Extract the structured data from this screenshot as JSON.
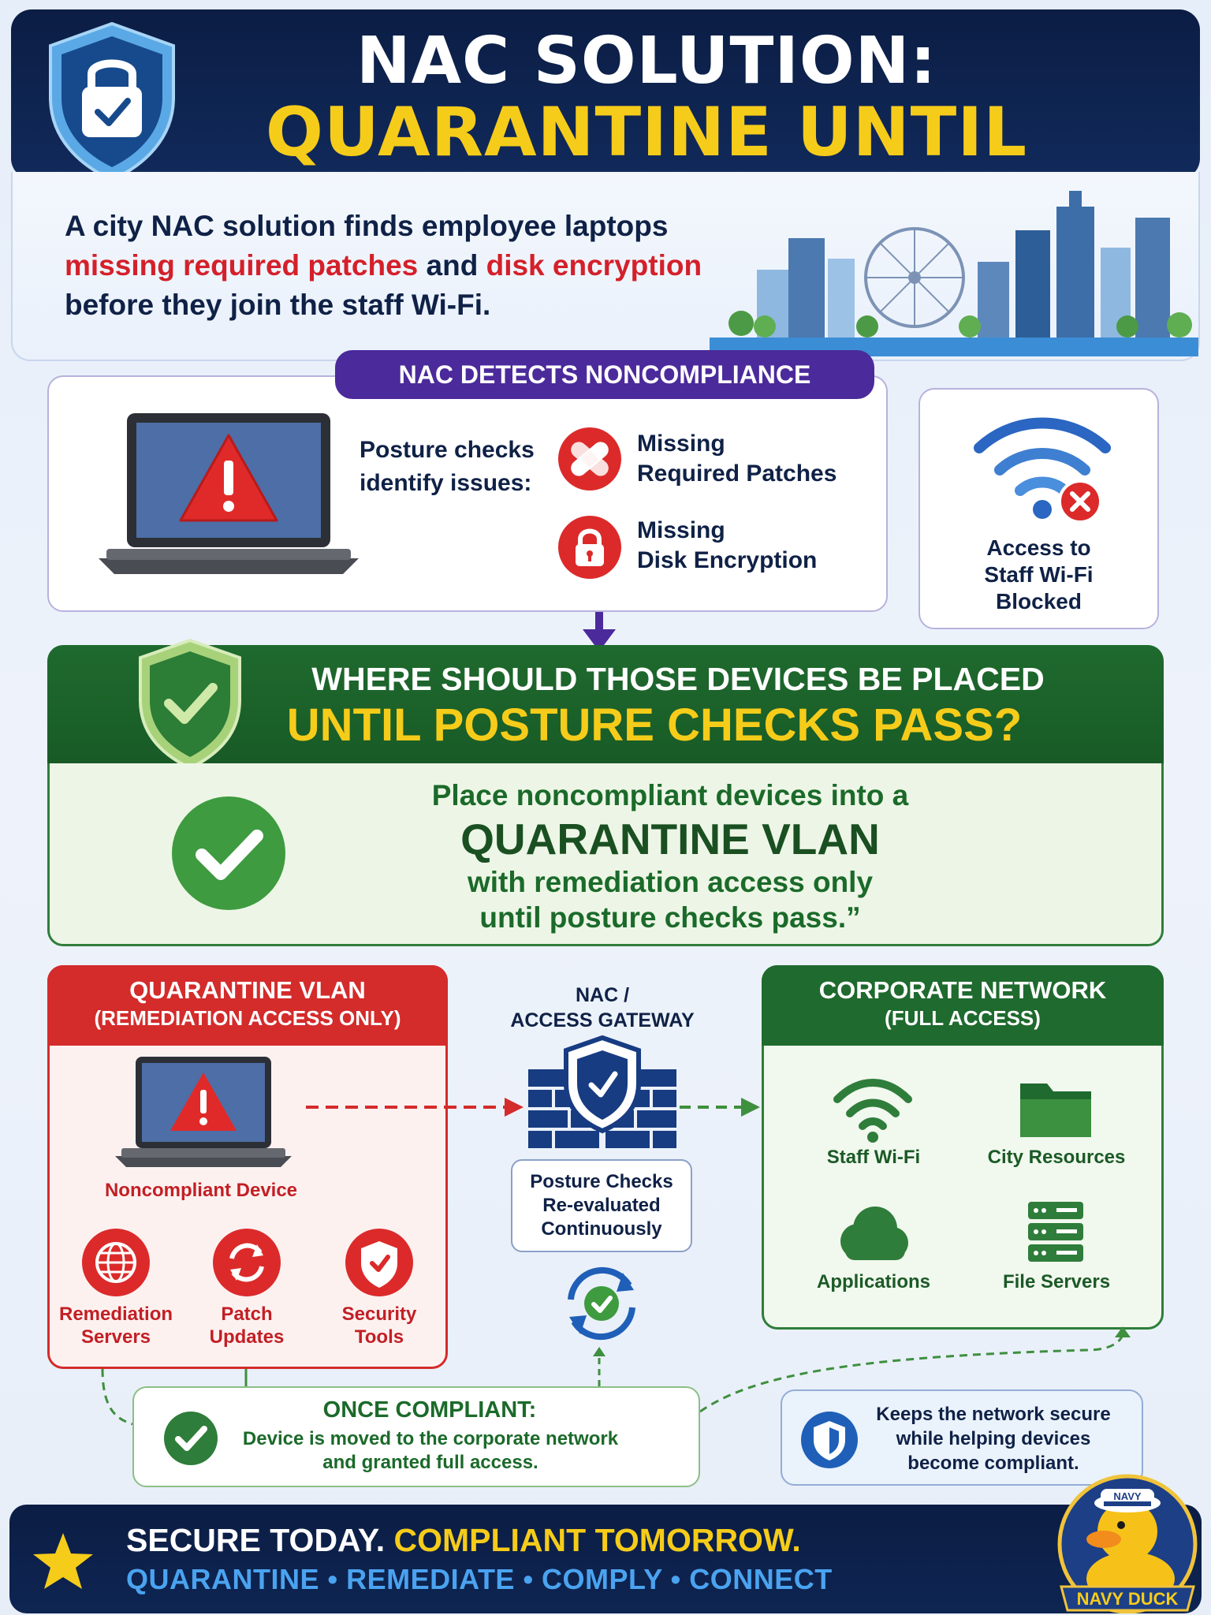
{
  "header": {
    "title_line1": "NAC SOLUTION:",
    "title_line2": "QUARANTINE UNTIL COMPLIANT"
  },
  "intro": {
    "part1": "A city NAC solution finds employee laptops",
    "highlight1": "missing required patches",
    "joiner": " and ",
    "highlight2": "disk encryption",
    "part2": "before they join the staff Wi-Fi."
  },
  "detect": {
    "pill_label": "NAC DETECTS NONCOMPLIANCE",
    "posture_label": "Posture checks identify issues:",
    "issues": [
      {
        "line1": "Missing",
        "line2": "Required Patches",
        "icon": "bandage-icon"
      },
      {
        "line1": "Missing",
        "line2": "Disk Encryption",
        "icon": "lock-icon"
      }
    ],
    "wifi_blocked": {
      "line1": "Access to",
      "line2": "Staff Wi-Fi",
      "line3": "Blocked"
    }
  },
  "question": {
    "line1": "WHERE SHOULD THOSE DEVICES BE PLACED",
    "line2": "UNTIL POSTURE CHECKS PASS?"
  },
  "answer": {
    "line1": "Place noncompliant devices into a",
    "line2": "QUARANTINE VLAN",
    "line3": "with remediation access only",
    "line4": "until posture checks pass.”"
  },
  "quarantine_vlan": {
    "title": "QUARANTINE VLAN",
    "subtitle": "(REMEDIATION ACCESS ONLY)",
    "device_label": "Noncompliant Device",
    "resources": [
      {
        "line1": "Remediation",
        "line2": "Servers",
        "icon": "globe-icon"
      },
      {
        "line1": "Patch",
        "line2": "Updates",
        "icon": "refresh-icon"
      },
      {
        "line1": "Security",
        "line2": "Tools",
        "icon": "shield-icon"
      }
    ]
  },
  "gateway": {
    "title_line1": "NAC /",
    "title_line2": "ACCESS GATEWAY",
    "eval_line1": "Posture Checks",
    "eval_line2": "Re-evaluated",
    "eval_line3": "Continuously"
  },
  "corporate": {
    "title": "CORPORATE NETWORK",
    "subtitle": "(FULL ACCESS)",
    "items": [
      {
        "label": "Staff Wi-Fi",
        "icon": "wifi-icon"
      },
      {
        "label": "City Resources",
        "icon": "folder-icon"
      },
      {
        "label": "Applications",
        "icon": "cloud-icon"
      },
      {
        "label": "File Servers",
        "icon": "server-icon"
      }
    ]
  },
  "once_compliant": {
    "title": "ONCE COMPLIANT:",
    "line1": "Device is moved to the corporate network",
    "line2": "and granted full access."
  },
  "secure_note": {
    "line1": "Keeps the network secure",
    "line2": "while helping devices",
    "line3": "become compliant."
  },
  "footer": {
    "line1_a": "SECURE TODAY.",
    "line1_b": " COMPLIANT TOMORROW.",
    "line2": "QUARANTINE • REMEDIATE • COMPLY • CONNECT"
  },
  "mascot": {
    "hat_text": "NAVY",
    "banner_text": "NAVY DUCK"
  },
  "colors": {
    "navy": "#0b1d44",
    "yellow": "#f6cc1a",
    "red": "#d42b2b",
    "green": "#1f6a2e",
    "purple": "#4b2a9b",
    "blue": "#4aa3f0"
  }
}
